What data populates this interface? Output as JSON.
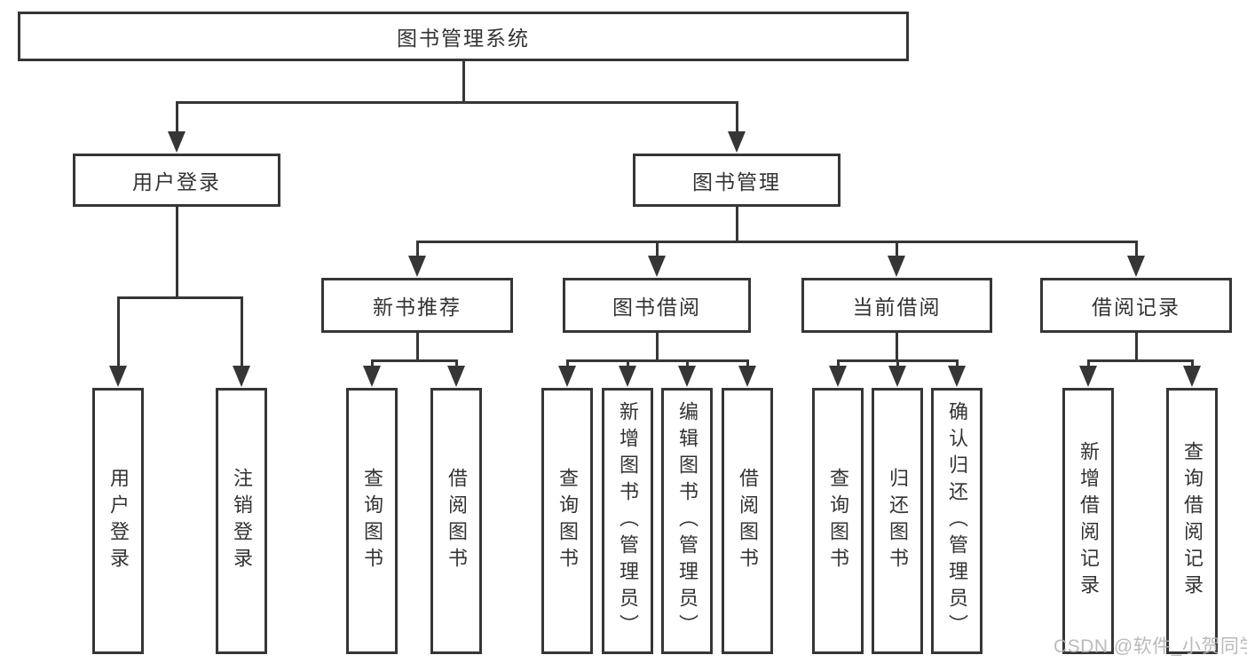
{
  "diagram": {
    "title": "图书管理系统",
    "type": "functional-structure-tree",
    "nodes": {
      "root": {
        "label": "图书管理系统"
      },
      "user_login": {
        "label": "用户登录"
      },
      "book_management": {
        "label": "图书管理"
      },
      "leaf_user_login": {
        "label": "用户登录"
      },
      "leaf_logout": {
        "label": "注销登录"
      },
      "new_book_rec": {
        "label": "新书推荐"
      },
      "book_borrow": {
        "label": "图书借阅"
      },
      "current_borrow": {
        "label": "当前借阅"
      },
      "borrow_record": {
        "label": "借阅记录"
      },
      "nbr_query_book": {
        "label": "查询图书"
      },
      "nbr_borrow_book": {
        "label": "借阅图书"
      },
      "bb_query_book": {
        "label": "查询图书"
      },
      "bb_add_book": {
        "label": "新增图书（管理员）"
      },
      "bb_edit_book": {
        "label": "编辑图书（管理员）"
      },
      "bb_borrow_book": {
        "label": "借阅图书"
      },
      "cb_query_book": {
        "label": "查询图书"
      },
      "cb_return_book": {
        "label": "归还图书"
      },
      "cb_confirm_return": {
        "label": "确认归还（管理员）"
      },
      "br_add_record": {
        "label": "新增借阅记录"
      },
      "br_query_record": {
        "label": "查询借阅记录"
      }
    },
    "edges": [
      [
        "root",
        "user_login"
      ],
      [
        "root",
        "book_management"
      ],
      [
        "user_login",
        "leaf_user_login"
      ],
      [
        "user_login",
        "leaf_logout"
      ],
      [
        "book_management",
        "new_book_rec"
      ],
      [
        "book_management",
        "book_borrow"
      ],
      [
        "book_management",
        "current_borrow"
      ],
      [
        "book_management",
        "borrow_record"
      ],
      [
        "new_book_rec",
        "nbr_query_book"
      ],
      [
        "new_book_rec",
        "nbr_borrow_book"
      ],
      [
        "book_borrow",
        "bb_query_book"
      ],
      [
        "book_borrow",
        "bb_add_book"
      ],
      [
        "book_borrow",
        "bb_edit_book"
      ],
      [
        "book_borrow",
        "bb_borrow_book"
      ],
      [
        "current_borrow",
        "cb_query_book"
      ],
      [
        "current_borrow",
        "cb_return_book"
      ],
      [
        "current_borrow",
        "cb_confirm_return"
      ],
      [
        "borrow_record",
        "br_add_record"
      ],
      [
        "borrow_record",
        "br_query_record"
      ]
    ],
    "watermark": "CSDN @软件_小贺同学",
    "colors": {
      "line": "#363636",
      "text": "#333333",
      "watermark": "#b3b3b3",
      "background": "#ffffff"
    }
  }
}
